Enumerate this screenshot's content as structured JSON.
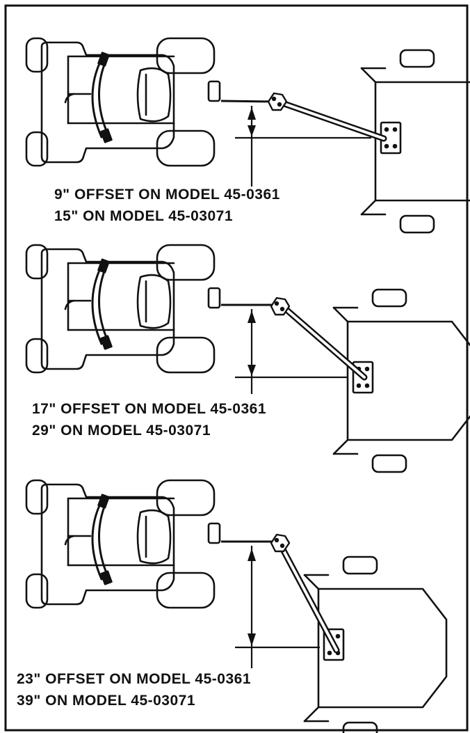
{
  "diagrams": [
    {
      "caption_line1": "9\" OFFSET ON MODEL 45-0361",
      "caption_line2": "15\" ON MODEL 45-03071"
    },
    {
      "caption_line1": "17\" OFFSET ON MODEL 45-0361",
      "caption_line2": "29\" ON MODEL 45-03071"
    },
    {
      "caption_line1": "23\" OFFSET ON MODEL 45-0361",
      "caption_line2": "39\" ON MODEL 45-03071"
    }
  ]
}
